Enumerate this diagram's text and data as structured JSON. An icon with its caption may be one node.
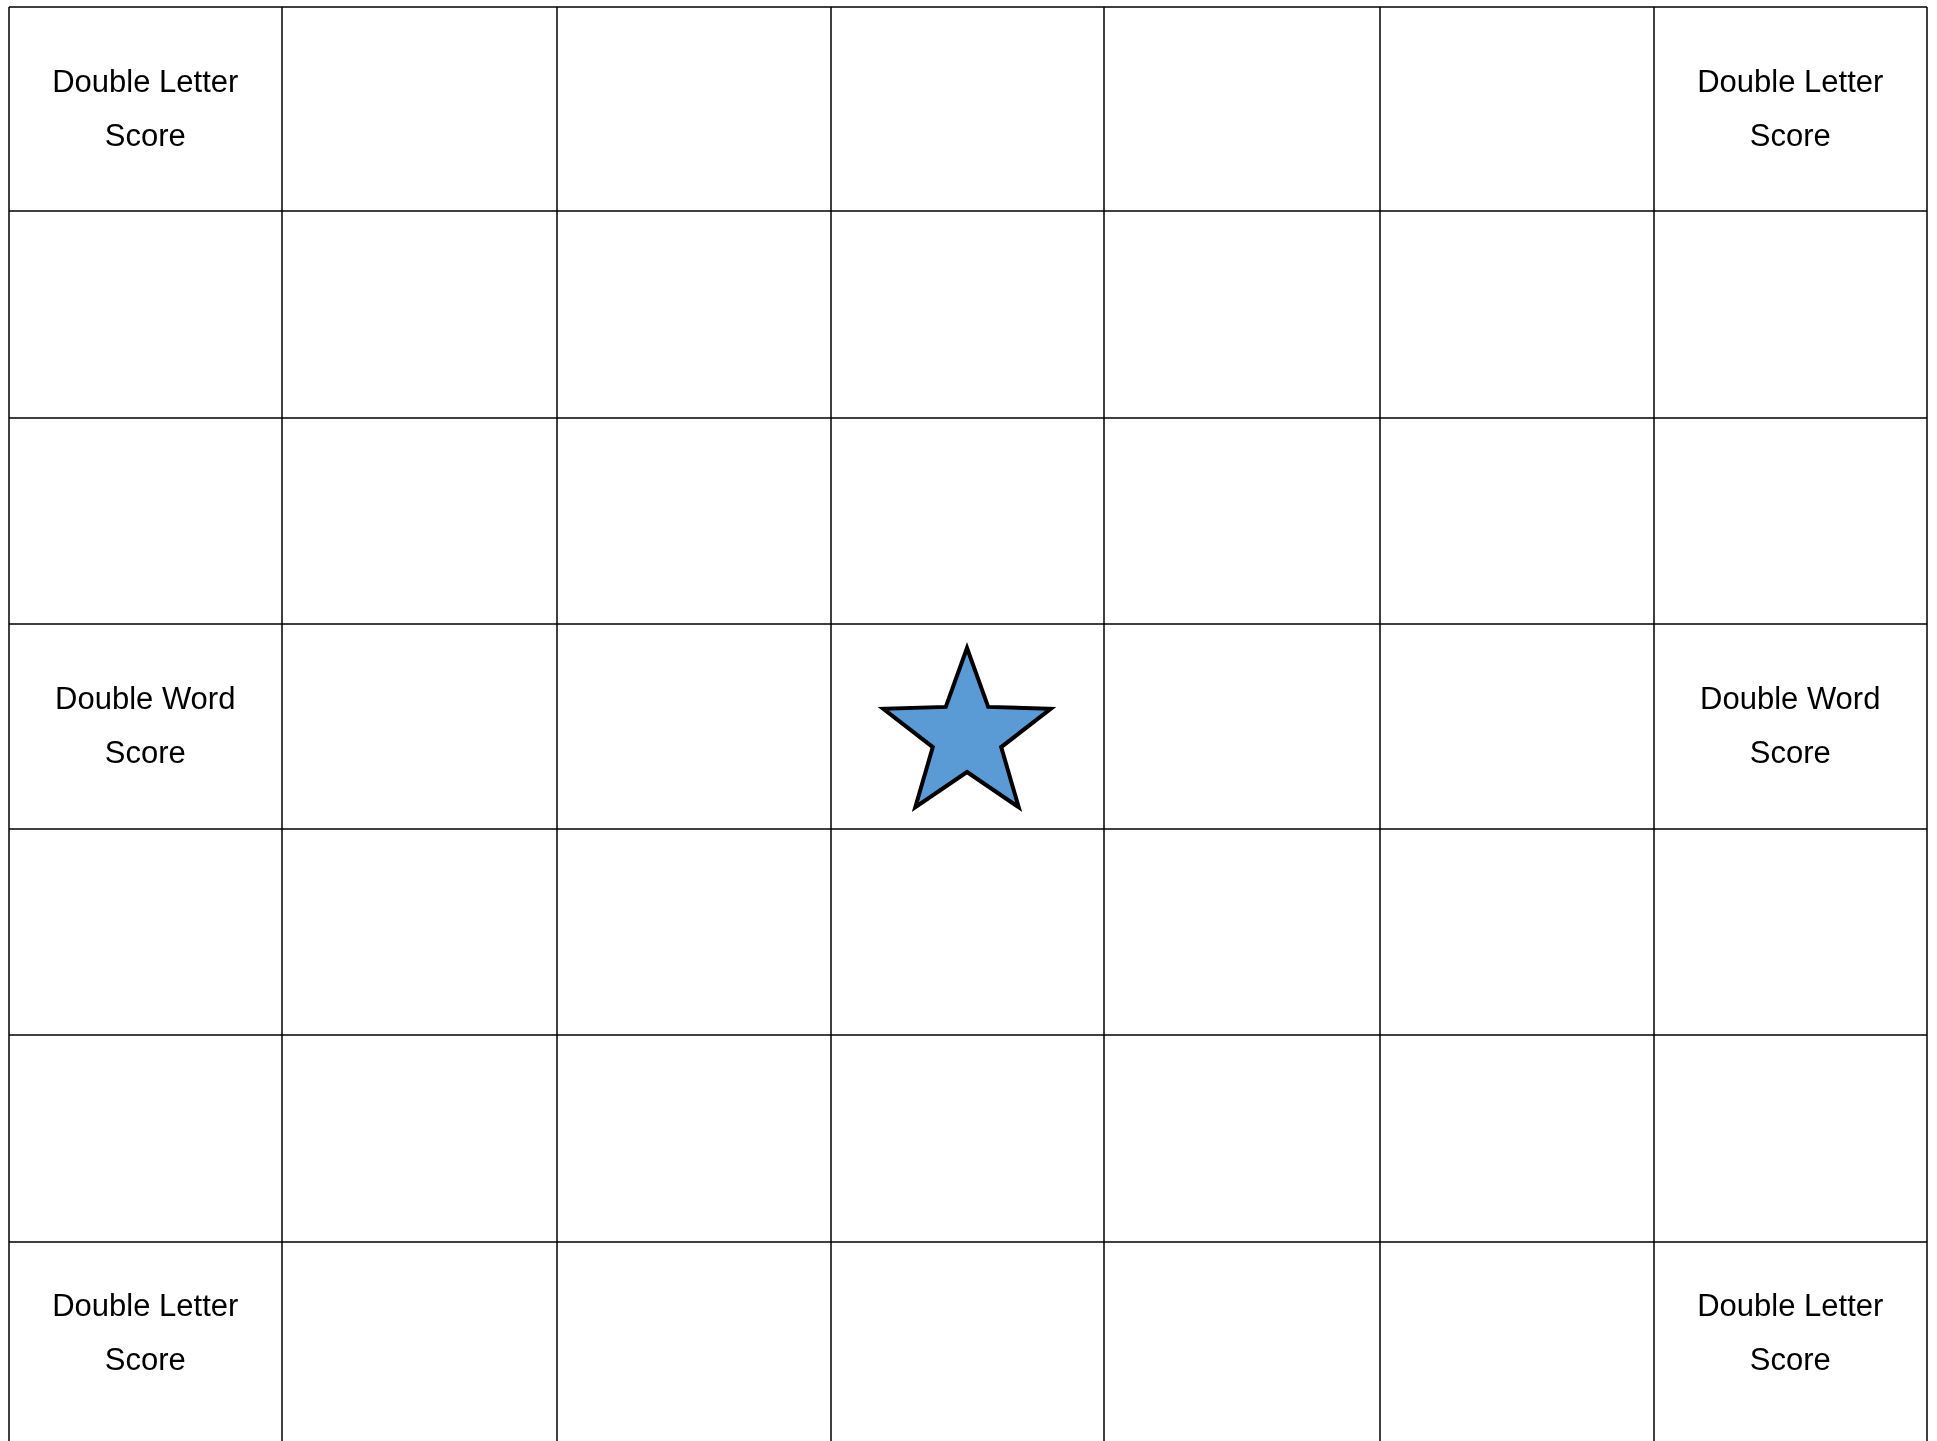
{
  "diagram": {
    "labels": [
      "Double Letter Score",
      "Double Letter Score",
      "Double Word Score",
      "Double Word Score",
      "Double Letter Score",
      "Double Letter Score"
    ]
  }
}
